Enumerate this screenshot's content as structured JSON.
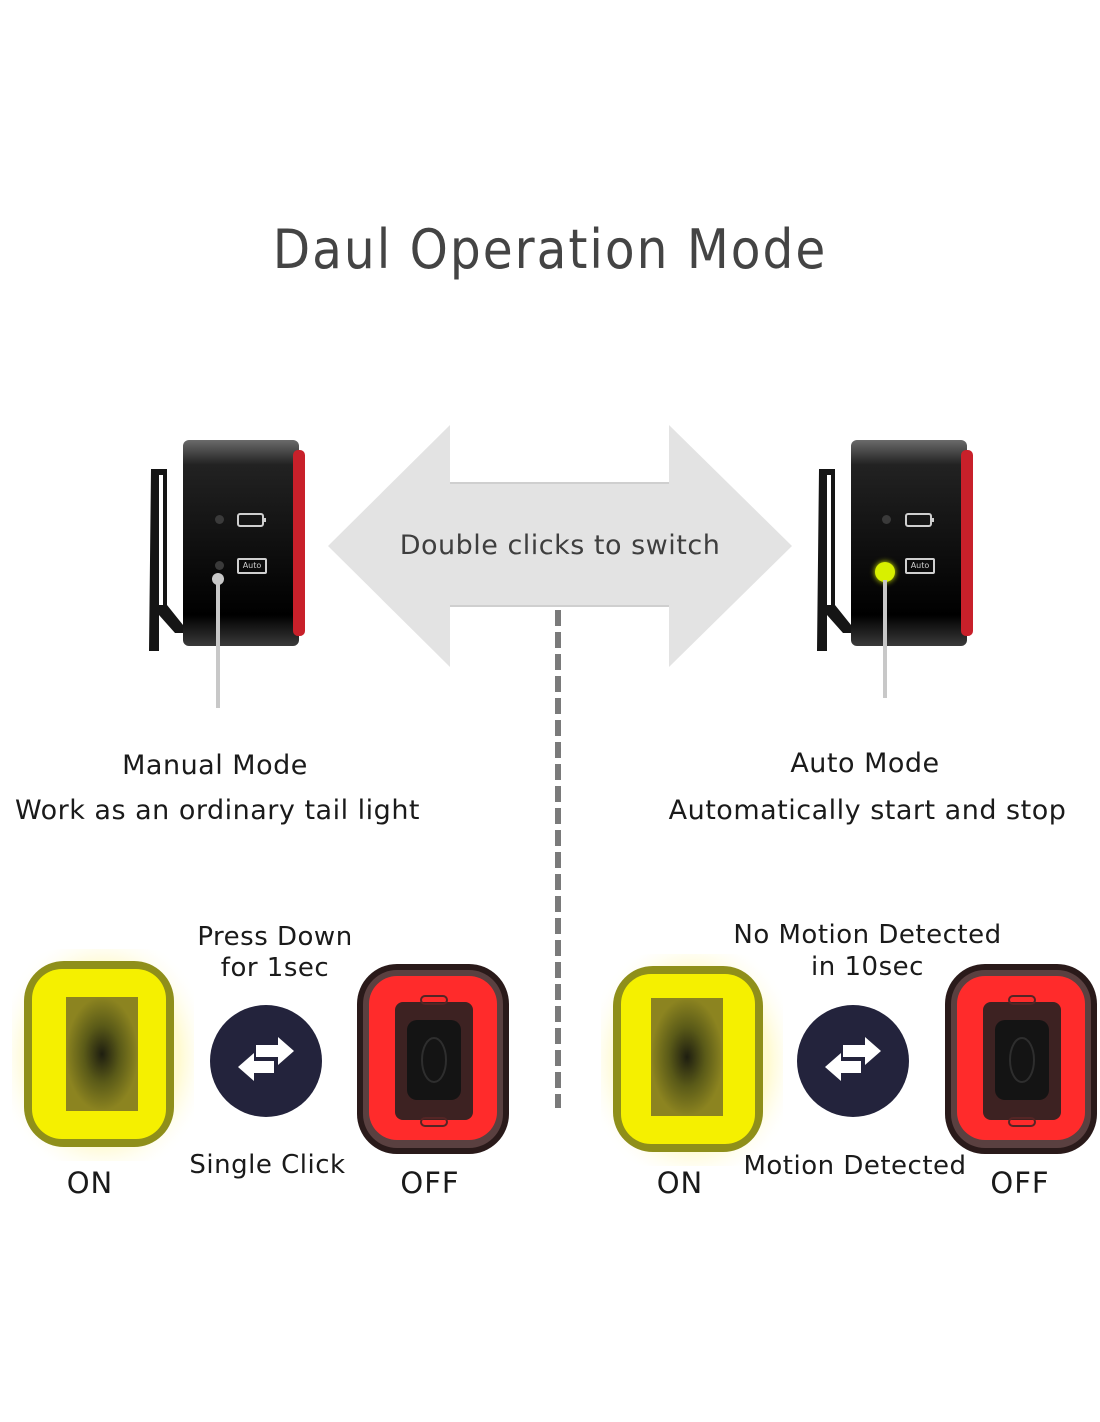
{
  "title": "Daul Operation Mode",
  "switch_arrow": {
    "label": "Double clicks to switch",
    "color": "#e3e3e3"
  },
  "modes": [
    {
      "id": "manual",
      "name": "Manual Mode",
      "description": "Work as an ordinary tail light",
      "indicator_lit": false,
      "indicator_color": "#4a4a4a",
      "transition": {
        "to_off_label_line1": "Press Down",
        "to_off_label_line2": "for 1sec",
        "to_on_label": "Single Click"
      },
      "on_label": "ON",
      "off_label": "OFF"
    },
    {
      "id": "auto",
      "name": "Auto Mode",
      "description": "Automatically start and stop",
      "indicator_lit": true,
      "indicator_color": "#d8f000",
      "transition": {
        "to_off_label_line1": "No Motion Detected",
        "to_off_label_line2": "in 10sec",
        "to_on_label": "Motion Detected"
      },
      "on_label": "ON",
      "off_label": "OFF"
    }
  ],
  "device_icons": {
    "battery_icon": "battery-icon",
    "auto_badge": "Auto"
  },
  "colors": {
    "on_light": "#f5f000",
    "off_light": "#ff2b2b",
    "swap_circle": "#23233c",
    "divider": "#7a7a7a"
  }
}
